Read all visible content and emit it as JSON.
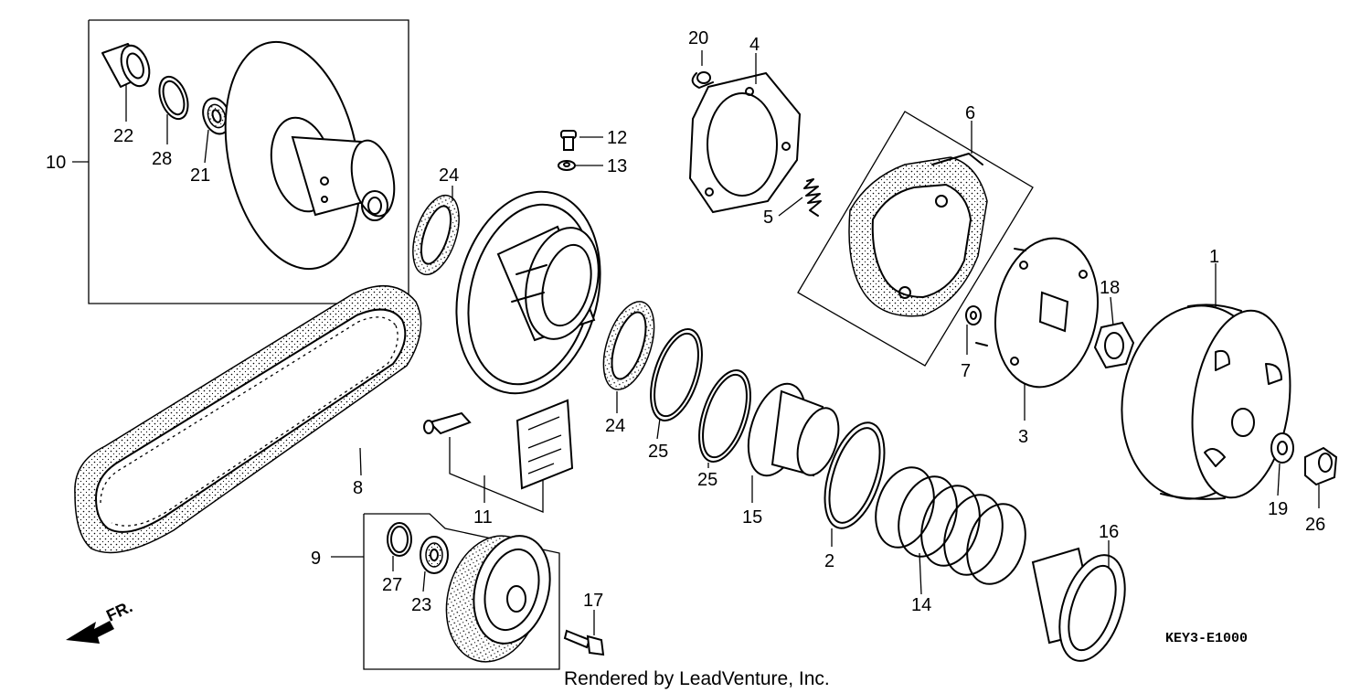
{
  "diagram_code": "KEY3-E1000",
  "credit": "Rendered by LeadVenture, Inc.",
  "direction_label": "FR.",
  "callouts": [
    "1",
    "2",
    "3",
    "4",
    "5",
    "6",
    "7",
    "8",
    "9",
    "10",
    "11",
    "12",
    "13",
    "14",
    "15",
    "16",
    "17",
    "18",
    "19",
    "20",
    "21",
    "22",
    "23",
    "24",
    "24",
    "25",
    "25",
    "26",
    "27",
    "28"
  ],
  "colors": {
    "line": "#000000",
    "background": "#ffffff"
  }
}
